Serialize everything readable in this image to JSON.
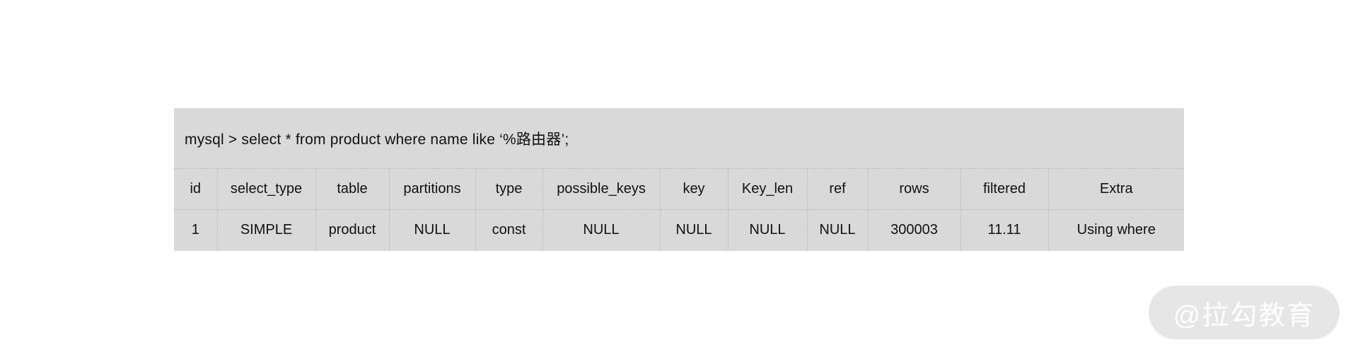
{
  "query": "mysql > select * from product where name like ‘%路由器’;",
  "headers": [
    "id",
    "select_type",
    "table",
    "partitions",
    "type",
    "possible_keys",
    "key",
    "Key_len",
    "ref",
    "rows",
    "filtered",
    "Extra"
  ],
  "rows": [
    [
      "1",
      "SIMPLE",
      "product",
      "NULL",
      "const",
      "NULL",
      "NULL",
      "NULL",
      "NULL",
      "300003",
      "11.11",
      "Using where"
    ]
  ],
  "watermark": "@拉勾教育"
}
